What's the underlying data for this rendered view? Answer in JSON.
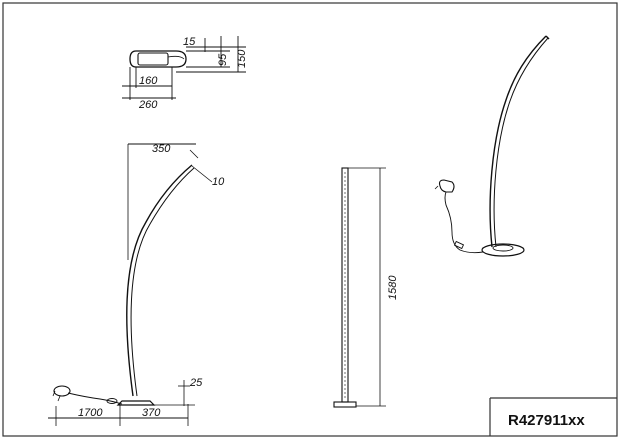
{
  "drawing": {
    "product_code": "R427911xx",
    "top_view": {
      "dims": {
        "d15": "15",
        "d95": "95",
        "d150": "150",
        "d160": "160",
        "d260": "260"
      }
    },
    "front_view": {
      "dims": {
        "d350": "350",
        "d10": "10",
        "d25": "25",
        "d1700": "1700",
        "d370": "370"
      }
    },
    "side_view": {
      "dims": {
        "d1580": "1580"
      }
    }
  },
  "colors": {
    "line": "#111111",
    "background": "#ffffff",
    "frame": "#333333"
  }
}
